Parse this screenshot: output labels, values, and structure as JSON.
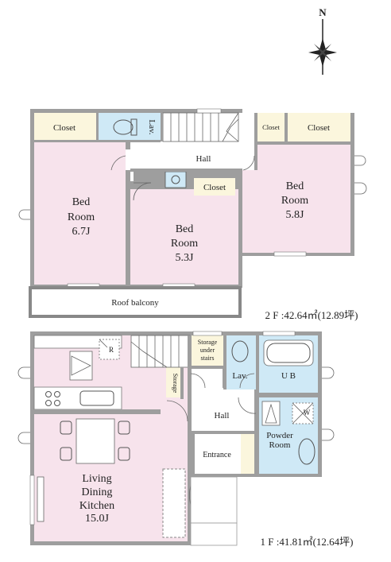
{
  "compass": {
    "label": "N"
  },
  "floor2": {
    "area": "2 F :42.64㎡(12.89坪)",
    "rooms": {
      "bed_left_name": "Bed",
      "bed_left_name2": "Room",
      "bed_left_size": "6.7J",
      "bed_mid_name": "Bed",
      "bed_mid_name2": "Room",
      "bed_mid_size": "5.3J",
      "bed_right_name": "Bed",
      "bed_right_name2": "Room",
      "bed_right_size": "5.8J",
      "hall": "Hall",
      "lav": "Lav.",
      "roof_balcony": "Roof balcony",
      "closet_left": "Closet",
      "closet_mid": "Closet",
      "closet_right_small": "Closet",
      "closet_right": "Closet"
    }
  },
  "floor1": {
    "area": "1 F :41.81㎡(12.64坪)",
    "rooms": {
      "ldk_line1": "Living",
      "ldk_line2": "Dining",
      "ldk_line3": "Kitchen",
      "ldk_size": "15.0J",
      "storage_under_1": "Storage",
      "storage_under_2": "under",
      "storage_under_3": "stairs",
      "storage": "Storage",
      "lav": "Lav.",
      "ub": "U B",
      "hall": "Hall",
      "powder_1": "Powder",
      "powder_2": "Room",
      "entrance": "Entrance",
      "fridge_mark": "R",
      "washer_mark": "W"
    }
  }
}
